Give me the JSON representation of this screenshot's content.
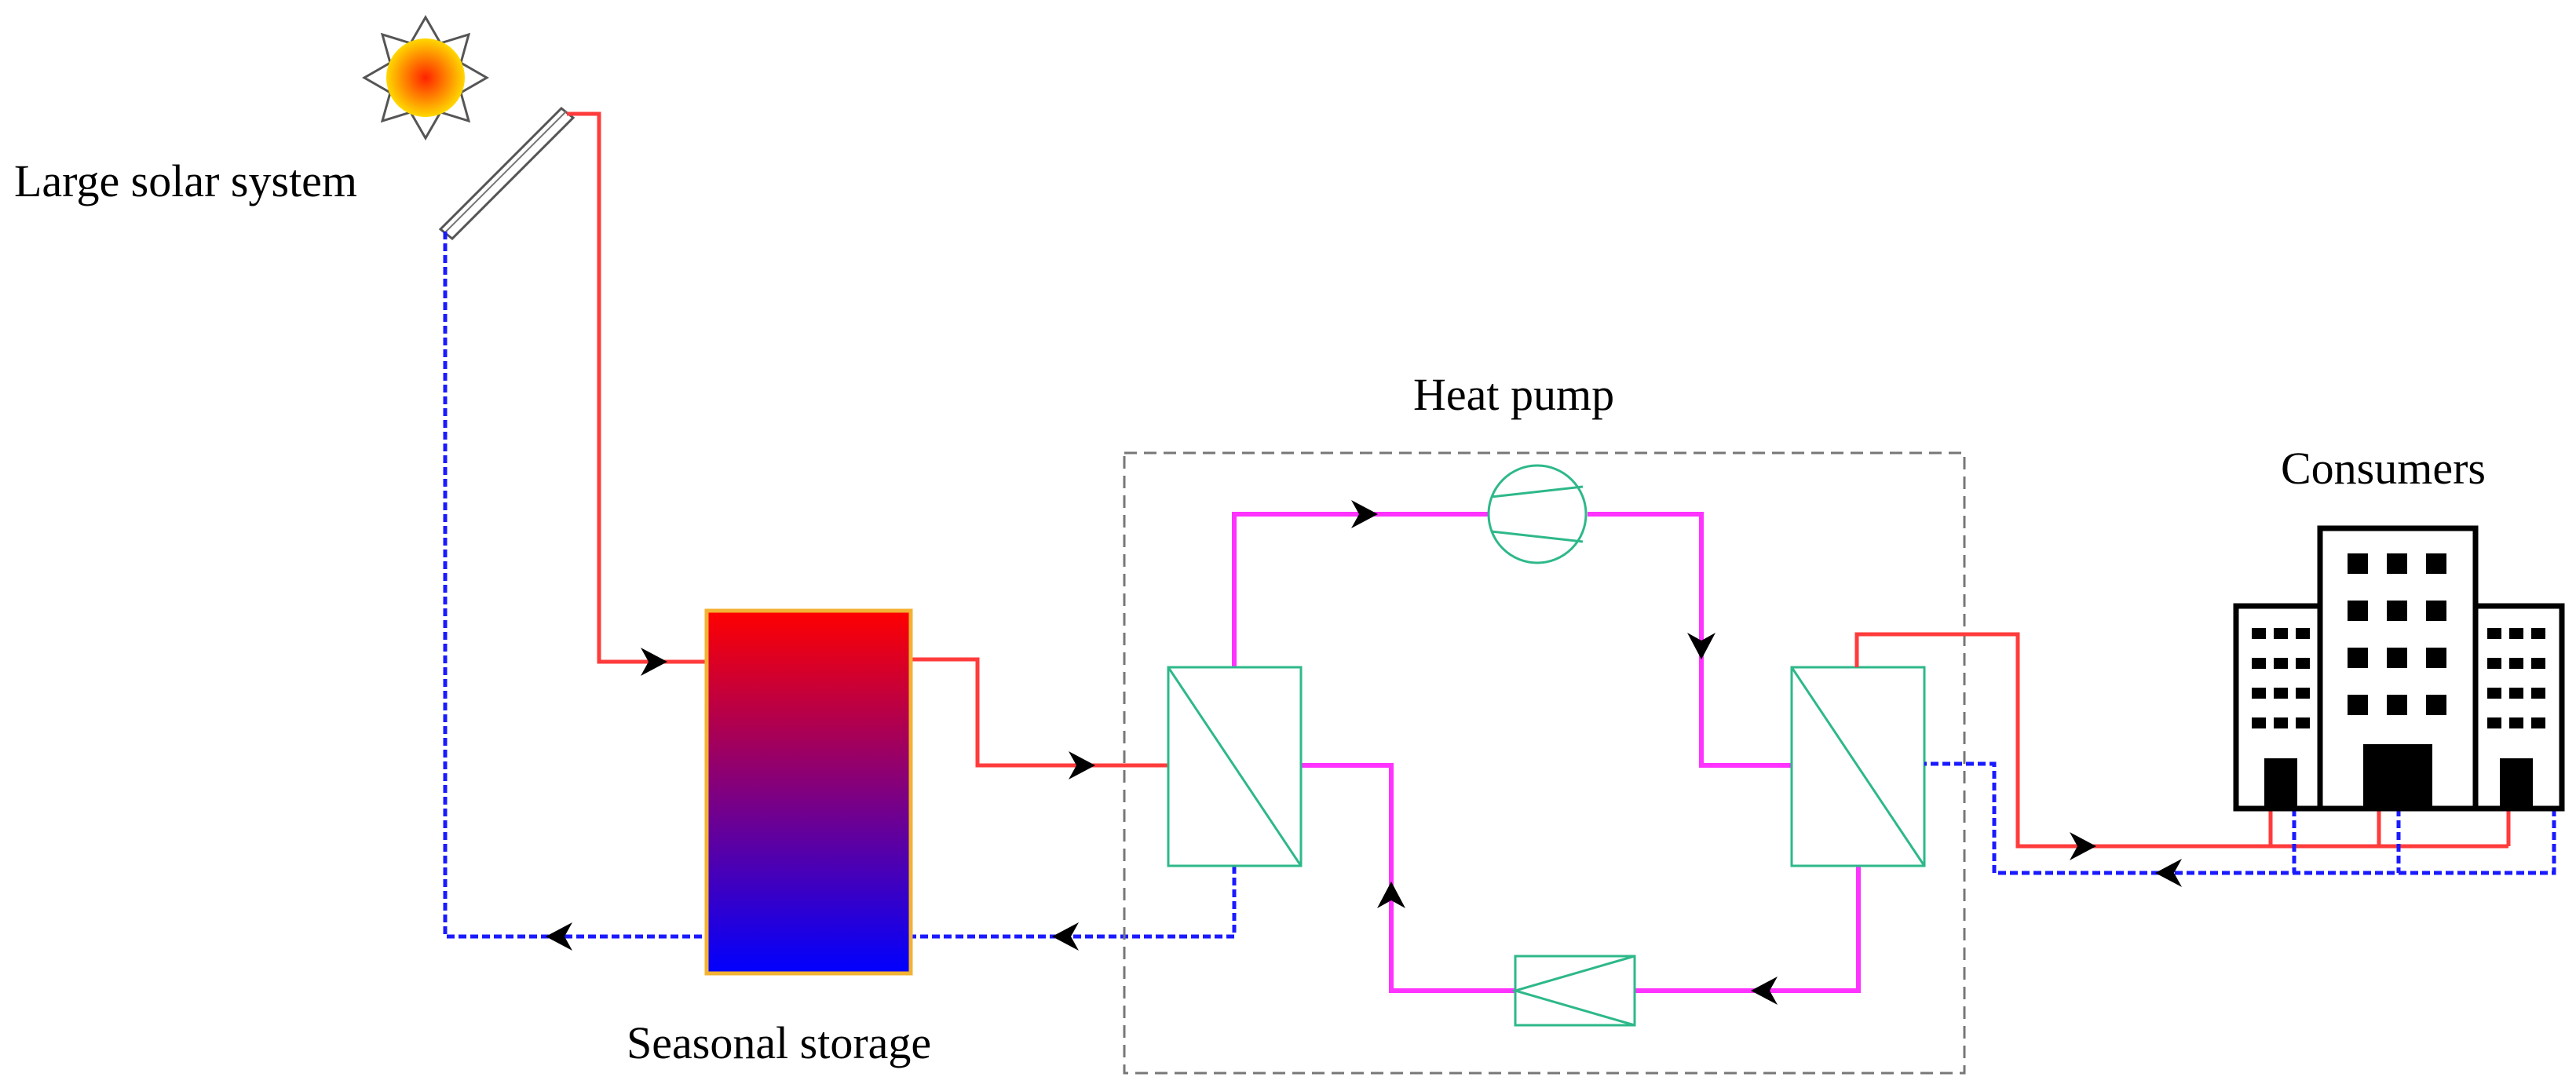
{
  "labels": {
    "solar": "Large solar system",
    "heat_pump": "Heat pump",
    "storage": "Seasonal storage",
    "consumers": "Consumers"
  },
  "colors": {
    "hot_line": "#ff3b3b",
    "cold_line": "#1a1aff",
    "refrigerant": "#ff33ff",
    "heat_exchanger": "#2eb88a",
    "dashed_box": "#777777",
    "storage_top": "#ff0000",
    "storage_bottom": "#0000ff",
    "storage_border": "#f2b233",
    "sun_outer": "#ffd800",
    "sun_inner": "#ff2200",
    "building": "#000000",
    "arrow": "#000000"
  },
  "icons": [
    "sun-icon",
    "solar-collector-icon",
    "building-icon",
    "compressor-icon",
    "expansion-valve-icon",
    "flow-arrow-icon"
  ]
}
